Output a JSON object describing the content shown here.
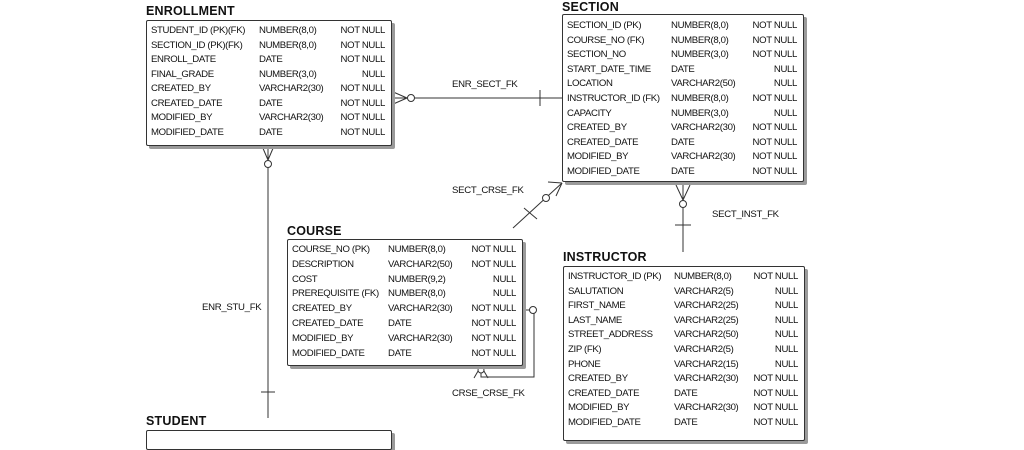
{
  "entities": {
    "enrollment": {
      "title": "ENROLLMENT",
      "columns": [
        {
          "name": "STUDENT_ID (PK)(FK)",
          "type": "NUMBER(8,0)",
          "null": "NOT NULL"
        },
        {
          "name": "SECTION_ID (PK)(FK)",
          "type": "NUMBER(8,0)",
          "null": "NOT NULL"
        },
        {
          "name": "ENROLL_DATE",
          "type": "DATE",
          "null": "NOT NULL"
        },
        {
          "name": "FINAL_GRADE",
          "type": "NUMBER(3,0)",
          "null": "NULL"
        },
        {
          "name": "CREATED_BY",
          "type": "VARCHAR2(30)",
          "null": "NOT NULL"
        },
        {
          "name": "CREATED_DATE",
          "type": "DATE",
          "null": "NOT NULL"
        },
        {
          "name": "MODIFIED_BY",
          "type": "VARCHAR2(30)",
          "null": "NOT NULL"
        },
        {
          "name": "MODIFIED_DATE",
          "type": "DATE",
          "null": "NOT NULL"
        }
      ]
    },
    "section": {
      "title": "SECTION",
      "columns": [
        {
          "name": "SECTION_ID (PK)",
          "type": "NUMBER(8,0)",
          "null": "NOT NULL"
        },
        {
          "name": "COURSE_NO (FK)",
          "type": "NUMBER(8,0)",
          "null": "NOT NULL"
        },
        {
          "name": "SECTION_NO",
          "type": "NUMBER(3,0)",
          "null": "NOT NULL"
        },
        {
          "name": "START_DATE_TIME",
          "type": "DATE",
          "null": "NULL"
        },
        {
          "name": "LOCATION",
          "type": "VARCHAR2(50)",
          "null": "NULL"
        },
        {
          "name": "INSTRUCTOR_ID (FK)",
          "type": "NUMBER(8,0)",
          "null": "NOT NULL"
        },
        {
          "name": "CAPACITY",
          "type": "NUMBER(3,0)",
          "null": "NULL"
        },
        {
          "name": "CREATED_BY",
          "type": "VARCHAR2(30)",
          "null": "NOT NULL"
        },
        {
          "name": "CREATED_DATE",
          "type": "DATE",
          "null": "NOT NULL"
        },
        {
          "name": "MODIFIED_BY",
          "type": "VARCHAR2(30)",
          "null": "NOT NULL"
        },
        {
          "name": "MODIFIED_DATE",
          "type": "DATE",
          "null": "NOT NULL"
        }
      ]
    },
    "course": {
      "title": "COURSE",
      "columns": [
        {
          "name": "COURSE_NO (PK)",
          "type": "NUMBER(8,0)",
          "null": "NOT NULL"
        },
        {
          "name": "DESCRIPTION",
          "type": "VARCHAR2(50)",
          "null": "NOT NULL"
        },
        {
          "name": "COST",
          "type": "NUMBER(9,2)",
          "null": "NULL"
        },
        {
          "name": "PREREQUISITE (FK)",
          "type": "NUMBER(8,0)",
          "null": "NULL"
        },
        {
          "name": "CREATED_BY",
          "type": "VARCHAR2(30)",
          "null": "NOT NULL"
        },
        {
          "name": "CREATED_DATE",
          "type": "DATE",
          "null": "NOT NULL"
        },
        {
          "name": "MODIFIED_BY",
          "type": "VARCHAR2(30)",
          "null": "NOT NULL"
        },
        {
          "name": "MODIFIED_DATE",
          "type": "DATE",
          "null": "NOT NULL"
        }
      ]
    },
    "instructor": {
      "title": "INSTRUCTOR",
      "columns": [
        {
          "name": "INSTRUCTOR_ID (PK)",
          "type": "NUMBER(8,0)",
          "null": "NOT NULL"
        },
        {
          "name": "SALUTATION",
          "type": "VARCHAR2(5)",
          "null": "NULL"
        },
        {
          "name": "FIRST_NAME",
          "type": "VARCHAR2(25)",
          "null": "NULL"
        },
        {
          "name": "LAST_NAME",
          "type": "VARCHAR2(25)",
          "null": "NULL"
        },
        {
          "name": "STREET_ADDRESS",
          "type": "VARCHAR2(50)",
          "null": "NULL"
        },
        {
          "name": "ZIP (FK)",
          "type": "VARCHAR2(5)",
          "null": "NULL"
        },
        {
          "name": "PHONE",
          "type": "VARCHAR2(15)",
          "null": "NULL"
        },
        {
          "name": "CREATED_BY",
          "type": "VARCHAR2(30)",
          "null": "NOT NULL"
        },
        {
          "name": "CREATED_DATE",
          "type": "DATE",
          "null": "NOT NULL"
        },
        {
          "name": "MODIFIED_BY",
          "type": "VARCHAR2(30)",
          "null": "NOT NULL"
        },
        {
          "name": "MODIFIED_DATE",
          "type": "DATE",
          "null": "NOT NULL"
        }
      ]
    },
    "student": {
      "title": "STUDENT",
      "columns": []
    }
  },
  "relationships": {
    "enr_sect": "ENR_SECT_FK",
    "sect_crse": "SECT_CRSE_FK",
    "sect_inst": "SECT_INST_FK",
    "enr_stu": "ENR_STU_FK",
    "crse_crse": "CRSE_CRSE_FK"
  },
  "colors": {
    "line": "#333333",
    "shadow": "#9a9a9a"
  }
}
